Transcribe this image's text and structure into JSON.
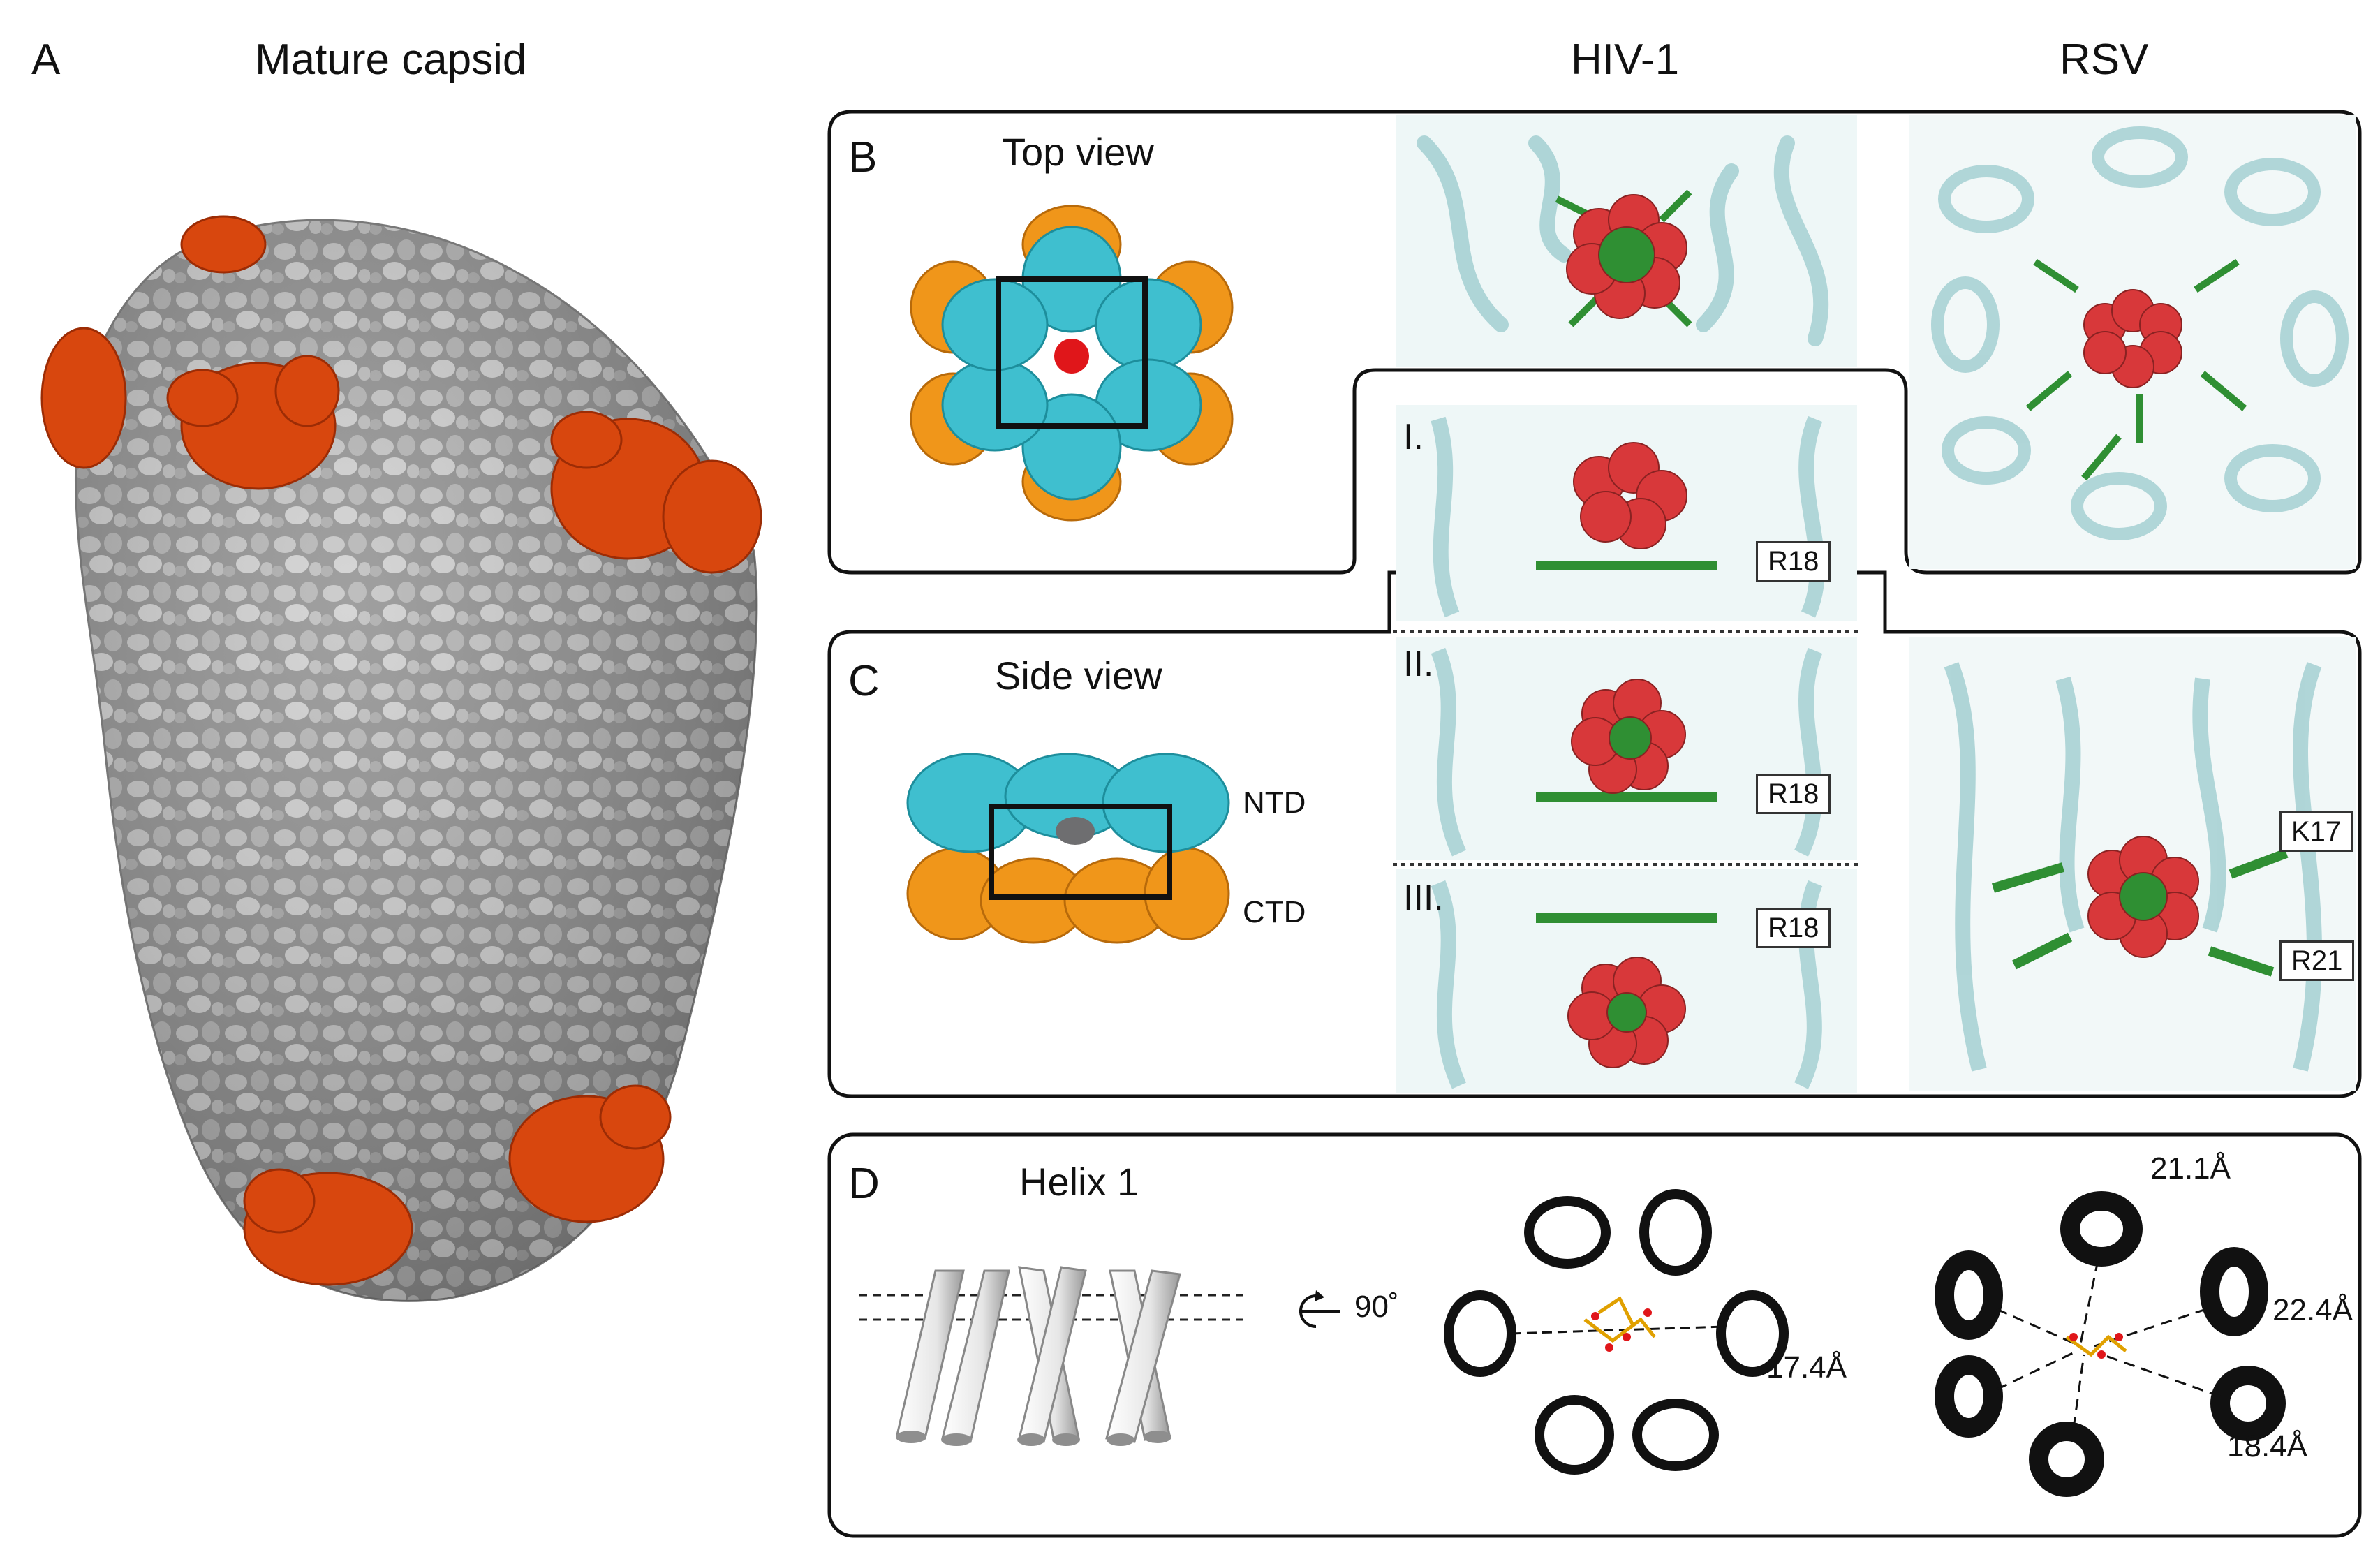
{
  "figure": {
    "panel_a": {
      "letter": "A",
      "title": "Mature capsid"
    },
    "columns": {
      "hiv": "HIV-1",
      "rsv": "RSV"
    },
    "panel_b": {
      "letter": "B",
      "title": "Top view"
    },
    "panel_c": {
      "letter": "C",
      "title": "Side view",
      "ntd": "NTD",
      "ctd": "CTD"
    },
    "panel_d": {
      "letter": "D",
      "title": "Helix 1",
      "rotation": "90˚",
      "hiv_distance": "17.4Å",
      "rsv_distances": {
        "top": "21.1Å",
        "right": "22.4Å",
        "bottom": "18.4Å"
      }
    },
    "states": {
      "one": "I.",
      "two": "II.",
      "three": "III."
    },
    "residue_tags": {
      "r18": "R18",
      "k17": "K17",
      "r21": "R21"
    },
    "colors": {
      "capsid_gray": "#9a9a9a",
      "pentamer_red": "#d8470e",
      "teal": "#3fbfcf",
      "orange": "#f0961a",
      "helix_teal": "#a8d2d4",
      "green": "#2f8f33",
      "sphere_red": "#d8383a"
    }
  }
}
